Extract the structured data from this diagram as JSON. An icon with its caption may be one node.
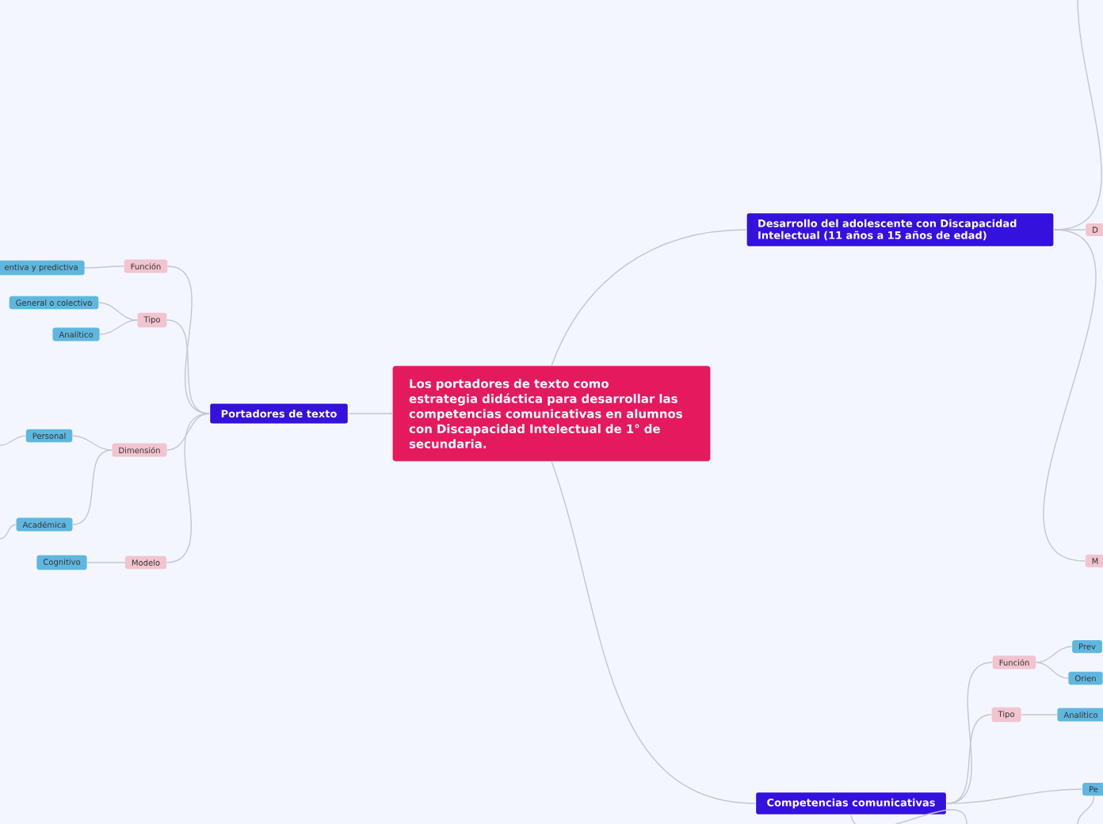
{
  "diagram": {
    "nodes": [
      {
        "text": [
          "Los portadores de texto como estrategia didáctica para desarrollar las competencias comunicativas en alumnos con Discapacidad Intelectual de 1° de secundaria."
        ]
      },
      {
        "text": [
          "Portadores de texto"
        ]
      },
      {
        "text": [
          "Desarrollo del adolescente con Discapacidad Intelectual (11 años a 15 años de edad)"
        ]
      },
      {
        "text": [
          "Competencias comunicativas"
        ]
      },
      {
        "text": [
          "Función"
        ]
      },
      {
        "text": [
          "entiva y predictiva"
        ]
      },
      {
        "text": [
          "Tipo"
        ]
      },
      {
        "text": [
          "General o colectivo"
        ]
      },
      {
        "text": [
          "Analítico"
        ]
      },
      {
        "text": [
          "Dimensión"
        ]
      },
      {
        "text": [
          "Personal"
        ]
      },
      {
        "text": [
          "Académica"
        ]
      },
      {
        "text": [
          "Modelo"
        ]
      },
      {
        "text": [
          "Cognitivo"
        ]
      },
      {
        "text": [
          "D"
        ]
      },
      {
        "text": [
          "M"
        ]
      },
      {
        "text": [
          "Función"
        ]
      },
      {
        "text": [
          "Prev"
        ]
      },
      {
        "text": [
          "Orien"
        ]
      },
      {
        "text": [
          "Tipo"
        ]
      },
      {
        "text": [
          "Analítico"
        ]
      },
      {
        "text": [
          "Pe"
        ]
      }
    ],
    "edges": [
      {
        "from": 0,
        "to": 1,
        "arrow": "none"
      },
      {
        "from": 0,
        "to": 2,
        "arrow": "none"
      },
      {
        "from": 0,
        "to": 3,
        "arrow": "none"
      },
      {
        "from": 1,
        "to": 4,
        "arrow": "none"
      },
      {
        "from": 4,
        "to": 5,
        "arrow": "none"
      },
      {
        "from": 1,
        "to": 6,
        "arrow": "none"
      },
      {
        "from": 6,
        "to": 7,
        "arrow": "none"
      },
      {
        "from": 6,
        "to": 8,
        "arrow": "none"
      },
      {
        "from": 1,
        "to": 9,
        "arrow": "none"
      },
      {
        "from": 9,
        "to": 10,
        "arrow": "none"
      },
      {
        "from": 9,
        "to": 11,
        "arrow": "none"
      },
      {
        "from": 1,
        "to": 12,
        "arrow": "none"
      },
      {
        "from": 12,
        "to": 13,
        "arrow": "none"
      },
      {
        "from": 2,
        "to": 14,
        "arrow": "none"
      },
      {
        "from": 2,
        "to": 15,
        "arrow": "none"
      },
      {
        "from": 3,
        "to": 16,
        "arrow": "none"
      },
      {
        "from": 16,
        "to": 17,
        "arrow": "none"
      },
      {
        "from": 16,
        "to": 18,
        "arrow": "none"
      },
      {
        "from": 3,
        "to": 19,
        "arrow": "none"
      },
      {
        "from": 19,
        "to": 20,
        "arrow": "none"
      },
      {
        "from": 3,
        "to": 21,
        "arrow": "none"
      },
      {
        "from": 2,
        "to": null,
        "arrow": "none"
      },
      {
        "from": 10,
        "to": null,
        "arrow": "none"
      },
      {
        "from": 11,
        "to": null,
        "arrow": "none"
      },
      {
        "from": 3,
        "to": null,
        "arrow": "none"
      },
      {
        "from": 21,
        "to": null,
        "arrow": "none"
      }
    ]
  }
}
